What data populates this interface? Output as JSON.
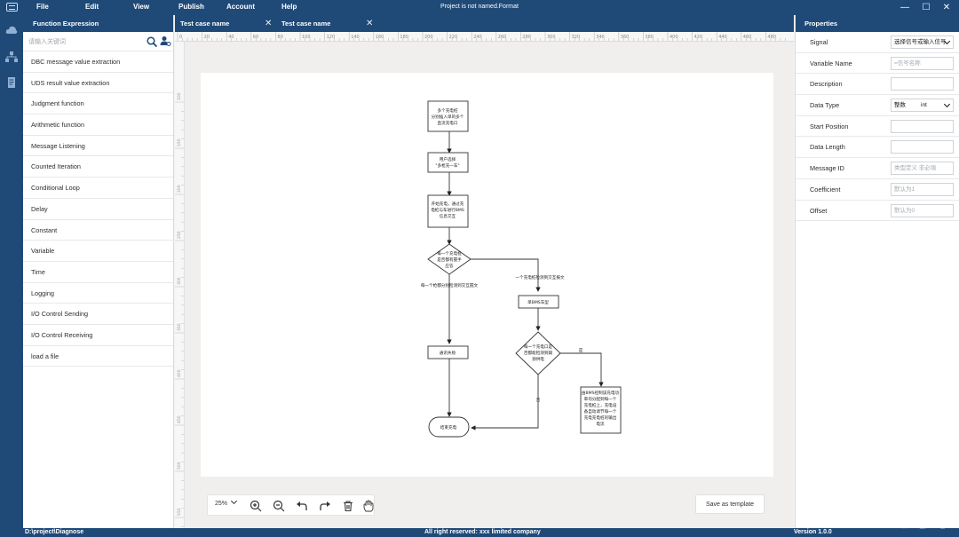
{
  "menu": {
    "file": "File",
    "edit": "Edit",
    "view": "View",
    "publish": "Publish",
    "account": "Account",
    "help": "Help"
  },
  "window_title": "Project is not named.Format",
  "window_controls": {
    "minimize": "—",
    "maximize": "☐",
    "close": "✕"
  },
  "function_panel": {
    "title": "Function Expression",
    "search_placeholder": "请输入关键词",
    "items": [
      "DBC message value extraction",
      "UDS result value extraction",
      "Judgment function",
      "Arithmetic function",
      "Message Listening",
      "Counted Iteration",
      "Conditional Loop",
      "Delay",
      "Constant",
      "Variable",
      "Time",
      "Logging",
      "I/O Control Sending",
      "I/O Control Receiving",
      "load a file"
    ]
  },
  "tabs": [
    {
      "label": "Test case name",
      "close": "✕"
    },
    {
      "label": "Test case name",
      "close": "✕"
    }
  ],
  "ruler": {
    "h_ticks": [
      "0",
      "20",
      "40",
      "60",
      "80",
      "100",
      "120",
      "140",
      "160",
      "180",
      "200",
      "220",
      "240",
      "260",
      "280",
      "300",
      "320",
      "340",
      "360",
      "380",
      "400",
      "420",
      "440",
      "460",
      "480"
    ],
    "v_ticks": [
      "100",
      "150",
      "200",
      "250",
      "300",
      "350",
      "400",
      "450",
      "500",
      "550"
    ]
  },
  "flowchart": {
    "box1": [
      "多个充电桩",
      "分别插入单的多个",
      "直流充电口"
    ],
    "box2": [
      "用户选择",
      "\"多枪充一车\""
    ],
    "box3": [
      "开始充电，通过充",
      "电桩与车进行BMS",
      "信息交互"
    ],
    "diamond1": [
      "每一个充电桩",
      "是否都有握手",
      "应答"
    ],
    "edge_left": "每一个枪都分别检测到交互握文",
    "edge_right": "一个充电桩检测到交互报文",
    "box4": "单BMS车型",
    "box5": "通讯失败",
    "diamond2": [
      "每一个充电口是",
      "否都能检测到辅",
      "源供电"
    ],
    "edge_yes": "是",
    "edge_no": "否",
    "box6": [
      "由BMS控制该充电功",
      "率均分配到每一个",
      "充电桩上，充电设",
      "备自动调节每一个",
      "充电充电桩的输出",
      "电流"
    ],
    "end": "结束充电"
  },
  "toolbar": {
    "zoom": "25%",
    "save_template": "Save as template"
  },
  "properties": {
    "title": "Properties",
    "rows": [
      {
        "label": "Signal",
        "value": "选择信号或输入信号",
        "type": "select"
      },
      {
        "label": "Variable Name",
        "value": "=信号名称",
        "type": "placeholder"
      },
      {
        "label": "Description",
        "value": "",
        "type": "input"
      },
      {
        "label": "Data Type",
        "value": "整数",
        "value2": "int",
        "type": "select"
      },
      {
        "label": "Start Position",
        "value": "",
        "type": "input"
      },
      {
        "label": "Data Length",
        "value": "",
        "type": "input"
      },
      {
        "label": "Message ID",
        "value": "类型定义  非必填",
        "type": "placeholder"
      },
      {
        "label": "Coefficient",
        "value": "默认为1",
        "type": "placeholder"
      },
      {
        "label": "Offset",
        "value": "默认为0",
        "type": "placeholder"
      }
    ]
  },
  "status": {
    "path": "D:\\project\\Diagnose",
    "rights": "All right reserved: xxx limited company",
    "version": "Version 1.0.0"
  },
  "watermark": "21ic电子网",
  "colors": {
    "primary": "#1f4a78",
    "canvas_bg": "#f1eeee",
    "paper": "#ffffff"
  }
}
